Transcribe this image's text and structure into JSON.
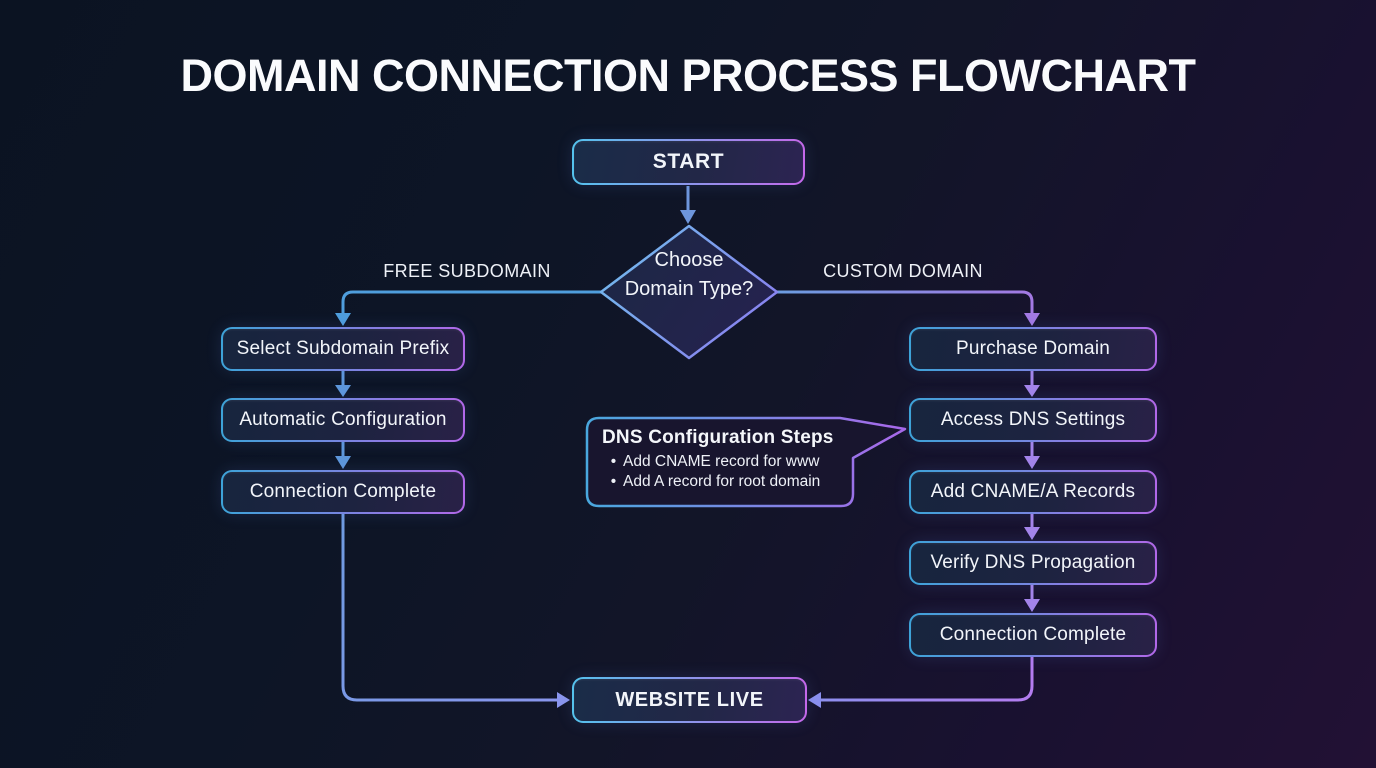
{
  "title": "DOMAIN CONNECTION PROCESS FLOWCHART",
  "nodes": {
    "start": {
      "label": "START"
    },
    "decision": {
      "label": "Choose Domain Type?"
    },
    "select_prefix": {
      "label": "Select Subdomain Prefix"
    },
    "auto_config": {
      "label": "Automatic Configuration"
    },
    "free_complete": {
      "label": "Connection Complete"
    },
    "purchase_domain": {
      "label": "Purchase Domain"
    },
    "access_dns": {
      "label": "Access DNS Settings"
    },
    "add_records": {
      "label": "Add CNAME/A Records"
    },
    "verify_dns": {
      "label": "Verify DNS Propagation"
    },
    "custom_complete": {
      "label": "Connection Complete"
    },
    "website_live": {
      "label": "WEBSITE LIVE"
    }
  },
  "branches": {
    "free": "FREE SUBDOMAIN",
    "custom": "CUSTOM DOMAIN"
  },
  "callout": {
    "title": "DNS Configuration Steps",
    "bullet_glyph": "•",
    "bullets": [
      "Add CNAME record for www",
      "Add A record for root domain"
    ]
  },
  "colors": {
    "background_top_left": "#0B1322",
    "background_bottom_right": "#221134",
    "node_border_start": "#3DA3D8",
    "node_border_end": "#B168E8",
    "terminal_border_start": "#54C2EC",
    "terminal_border_end": "#C468EA",
    "arrow_blue": "#5E97DB",
    "arrow_purple": "#A585EA",
    "arrow_periwinkle": "#8B96EE",
    "text": "#F2F5FA"
  }
}
